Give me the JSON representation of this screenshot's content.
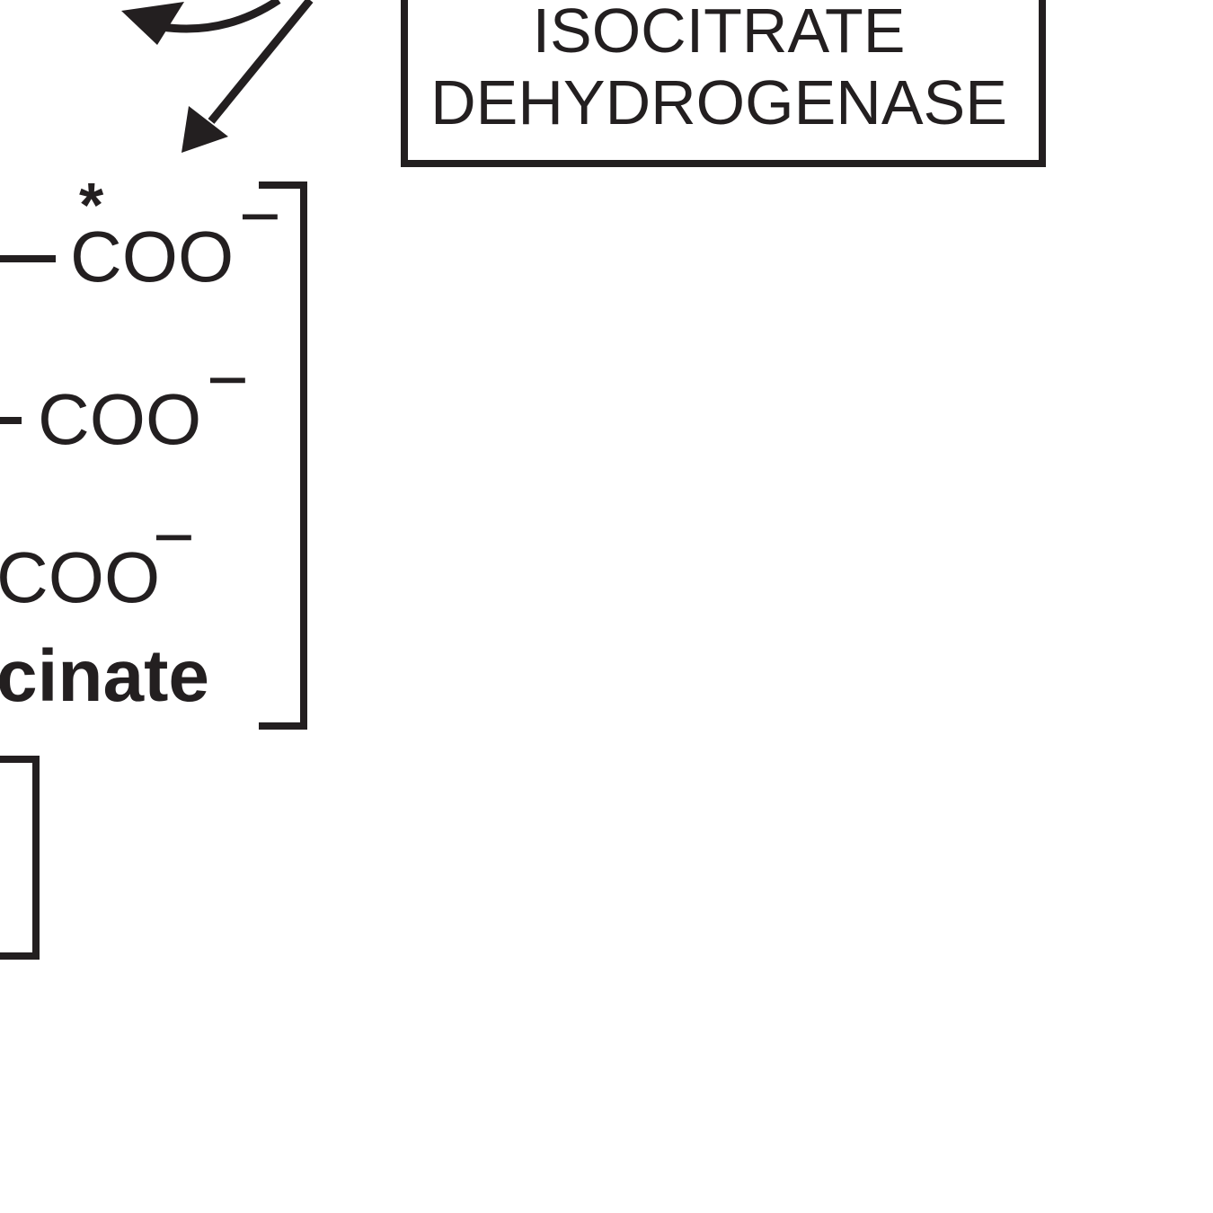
{
  "enzyme": {
    "line1": "ISOCITRATE",
    "line2": "DEHYDROGENASE"
  },
  "molecule": {
    "label_marker": "*",
    "group1": "COO",
    "group2": "COO",
    "group3": "COO",
    "charge": "−",
    "name_fragment": "cinate"
  },
  "colors": {
    "ink": "#231f20",
    "background": "#ffffff"
  }
}
